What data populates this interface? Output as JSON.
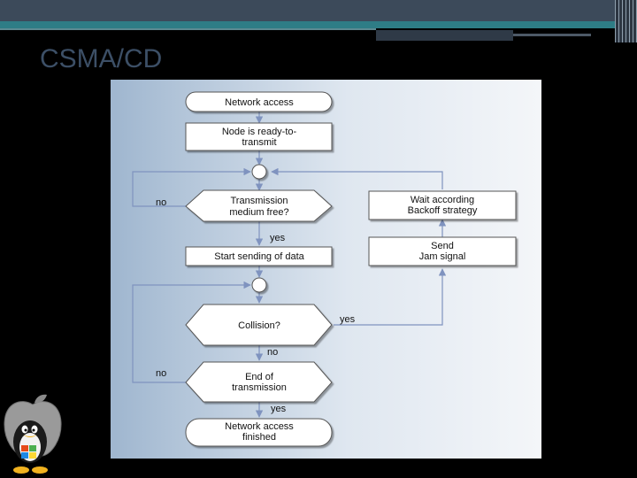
{
  "slide": {
    "title": "CSMA/CD"
  },
  "flowchart": {
    "start": "Network access",
    "ready": [
      "Node is ready-to-",
      "transmit"
    ],
    "medium_free": [
      "Transmission",
      "medium free?"
    ],
    "start_sending": "Start sending of data",
    "collision": "Collision?",
    "end_tx": [
      "End of",
      "transmission"
    ],
    "finished": [
      "Network access",
      "finished"
    ],
    "wait": [
      "Wait according",
      "Backoff strategy"
    ],
    "jam": [
      "Send",
      "Jam signal"
    ],
    "labels": {
      "no_medium": "no",
      "yes_medium": "yes",
      "yes_collision": "yes",
      "no_collision": "no",
      "no_end": "no",
      "yes_end": "yes"
    }
  },
  "colors": {
    "panel_gradient_left": "#9fb6cf",
    "panel_gradient_right": "#f4f6f9",
    "connector": "#7f93bf",
    "shape_fill": "#ffffff",
    "shape_stroke": "#555555",
    "title": "#3c4f66"
  }
}
